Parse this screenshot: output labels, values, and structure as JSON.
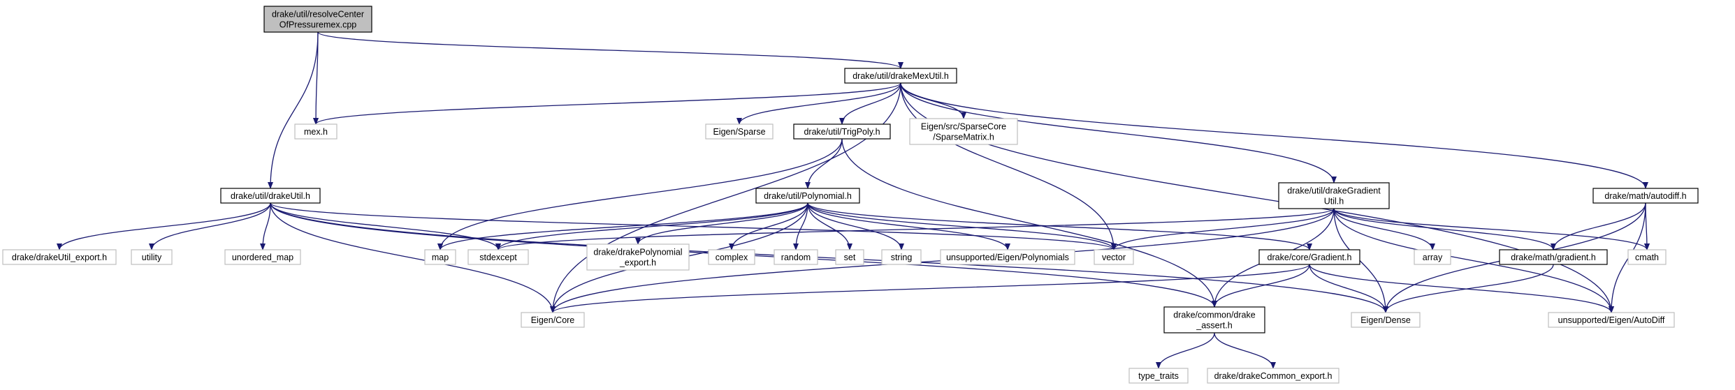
{
  "title": "",
  "nodes": [
    {
      "id": "root",
      "kind": "root",
      "lines": [
        "drake/util/resolveCenter",
        "OfPressuremex.cpp"
      ]
    },
    {
      "id": "mexutil",
      "kind": "internal",
      "lines": [
        "drake/util/drakeMexUtil.h"
      ]
    },
    {
      "id": "mex",
      "kind": "external",
      "lines": [
        "mex.h"
      ]
    },
    {
      "id": "eigen_sparse",
      "kind": "external",
      "lines": [
        "Eigen/Sparse"
      ]
    },
    {
      "id": "trigpoly",
      "kind": "internal",
      "lines": [
        "drake/util/TrigPoly.h"
      ]
    },
    {
      "id": "sparsematrix",
      "kind": "external",
      "lines": [
        "Eigen/src/SparseCore",
        "/SparseMatrix.h"
      ]
    },
    {
      "id": "drakeutil",
      "kind": "internal",
      "lines": [
        "drake/util/drakeUtil.h"
      ]
    },
    {
      "id": "polynomial",
      "kind": "internal",
      "lines": [
        "drake/util/Polynomial.h"
      ]
    },
    {
      "id": "gradientutil",
      "kind": "internal",
      "lines": [
        "drake/util/drakeGradient",
        "Util.h"
      ]
    },
    {
      "id": "autodiff_h",
      "kind": "internal",
      "lines": [
        "drake/math/autodiff.h"
      ]
    },
    {
      "id": "util_export",
      "kind": "external",
      "lines": [
        "drake/drakeUtil_export.h"
      ]
    },
    {
      "id": "utility",
      "kind": "external",
      "lines": [
        "utility"
      ]
    },
    {
      "id": "unordered_map",
      "kind": "external",
      "lines": [
        "unordered_map"
      ]
    },
    {
      "id": "map",
      "kind": "external",
      "lines": [
        "map"
      ]
    },
    {
      "id": "stdexcept",
      "kind": "external",
      "lines": [
        "stdexcept"
      ]
    },
    {
      "id": "poly_export",
      "kind": "external",
      "lines": [
        "drake/drakePolynomial",
        "_export.h"
      ]
    },
    {
      "id": "complex",
      "kind": "external",
      "lines": [
        "complex"
      ]
    },
    {
      "id": "random",
      "kind": "external",
      "lines": [
        "random"
      ]
    },
    {
      "id": "set",
      "kind": "external",
      "lines": [
        "set"
      ]
    },
    {
      "id": "string",
      "kind": "external",
      "lines": [
        "string"
      ]
    },
    {
      "id": "unsup_poly",
      "kind": "external",
      "lines": [
        "unsupported/Eigen/Polynomials"
      ]
    },
    {
      "id": "vector",
      "kind": "external",
      "lines": [
        "vector"
      ]
    },
    {
      "id": "core_gradient",
      "kind": "internal",
      "lines": [
        "drake/core/Gradient.h"
      ]
    },
    {
      "id": "array",
      "kind": "external",
      "lines": [
        "array"
      ]
    },
    {
      "id": "math_gradient",
      "kind": "internal",
      "lines": [
        "drake/math/gradient.h"
      ]
    },
    {
      "id": "cmath",
      "kind": "external",
      "lines": [
        "cmath"
      ]
    },
    {
      "id": "eigen_core",
      "kind": "external",
      "lines": [
        "Eigen/Core"
      ]
    },
    {
      "id": "drake_assert",
      "kind": "internal",
      "lines": [
        "drake/common/drake",
        "_assert.h"
      ]
    },
    {
      "id": "eigen_dense",
      "kind": "external",
      "lines": [
        "Eigen/Dense"
      ]
    },
    {
      "id": "unsup_autodiff",
      "kind": "external",
      "lines": [
        "unsupported/Eigen/AutoDiff"
      ]
    },
    {
      "id": "type_traits",
      "kind": "external",
      "lines": [
        "type_traits"
      ]
    },
    {
      "id": "common_export",
      "kind": "external",
      "lines": [
        "drake/drakeCommon_export.h"
      ]
    }
  ],
  "edges": [
    [
      "root",
      "mexutil"
    ],
    [
      "root",
      "mex"
    ],
    [
      "root",
      "drakeutil"
    ],
    [
      "mexutil",
      "mex"
    ],
    [
      "mexutil",
      "eigen_sparse"
    ],
    [
      "mexutil",
      "trigpoly"
    ],
    [
      "mexutil",
      "sparsematrix"
    ],
    [
      "mexutil",
      "eigen_core"
    ],
    [
      "mexutil",
      "vector"
    ],
    [
      "mexutil",
      "gradientutil"
    ],
    [
      "mexutil",
      "autodiff_h"
    ],
    [
      "mexutil",
      "unsup_autodiff"
    ],
    [
      "trigpoly",
      "polynomial"
    ],
    [
      "trigpoly",
      "map"
    ],
    [
      "trigpoly",
      "drake_assert"
    ],
    [
      "drakeutil",
      "util_export"
    ],
    [
      "drakeutil",
      "utility"
    ],
    [
      "drakeutil",
      "unordered_map"
    ],
    [
      "drakeutil",
      "stdexcept"
    ],
    [
      "drakeutil",
      "vector"
    ],
    [
      "drakeutil",
      "eigen_core"
    ],
    [
      "drakeutil",
      "eigen_dense"
    ],
    [
      "drakeutil",
      "drake_assert"
    ],
    [
      "polynomial",
      "map"
    ],
    [
      "polynomial",
      "stdexcept"
    ],
    [
      "polynomial",
      "poly_export"
    ],
    [
      "polynomial",
      "complex"
    ],
    [
      "polynomial",
      "random"
    ],
    [
      "polynomial",
      "set"
    ],
    [
      "polynomial",
      "string"
    ],
    [
      "polynomial",
      "unsup_poly"
    ],
    [
      "polynomial",
      "vector"
    ],
    [
      "polynomial",
      "core_gradient"
    ],
    [
      "polynomial",
      "eigen_core"
    ],
    [
      "gradientutil",
      "stdexcept"
    ],
    [
      "gradientutil",
      "vector"
    ],
    [
      "gradientutil",
      "eigen_core"
    ],
    [
      "gradientutil",
      "drake_assert"
    ],
    [
      "gradientutil",
      "eigen_dense"
    ],
    [
      "gradientutil",
      "array"
    ],
    [
      "gradientutil",
      "math_gradient"
    ],
    [
      "gradientutil",
      "cmath"
    ],
    [
      "gradientutil",
      "unsup_autodiff"
    ],
    [
      "autodiff_h",
      "math_gradient"
    ],
    [
      "autodiff_h",
      "cmath"
    ],
    [
      "autodiff_h",
      "eigen_dense"
    ],
    [
      "autodiff_h",
      "unsup_autodiff"
    ],
    [
      "core_gradient",
      "eigen_core"
    ],
    [
      "core_gradient",
      "drake_assert"
    ],
    [
      "core_gradient",
      "eigen_dense"
    ],
    [
      "core_gradient",
      "unsup_autodiff"
    ],
    [
      "math_gradient",
      "eigen_dense"
    ],
    [
      "drake_assert",
      "type_traits"
    ],
    [
      "drake_assert",
      "common_export"
    ]
  ]
}
